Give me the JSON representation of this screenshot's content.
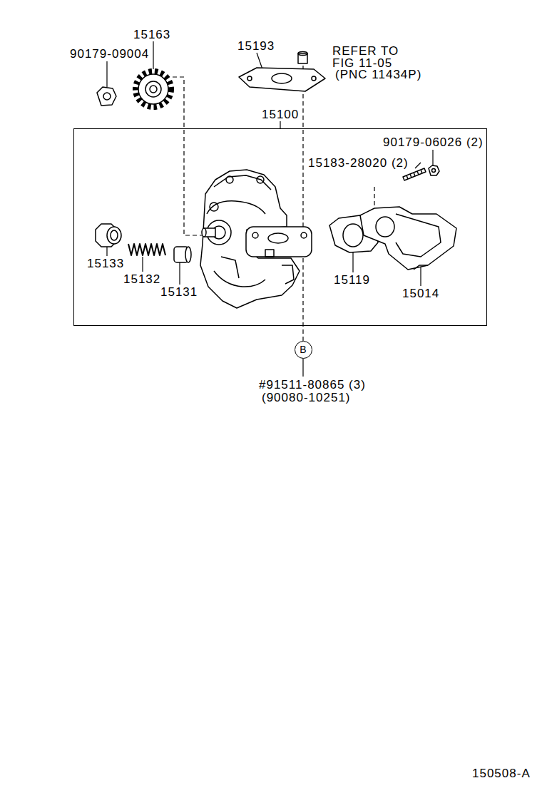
{
  "diagram": {
    "nodes": [
      {
        "text": [
          "15100"
        ]
      },
      {
        "text": [
          "B"
        ]
      }
    ],
    "labels": [
      "90179-09004",
      "15163",
      "15193",
      "REFER TO",
      "FIG 11-05",
      "(PNC 11434P)",
      "90179-06026 (2)",
      "15183-28020 (2)",
      "15133",
      "15132",
      "15131",
      "15119",
      "15014",
      "#91511-80865 (3)",
      "(90080-10251)",
      "150508-A"
    ]
  }
}
